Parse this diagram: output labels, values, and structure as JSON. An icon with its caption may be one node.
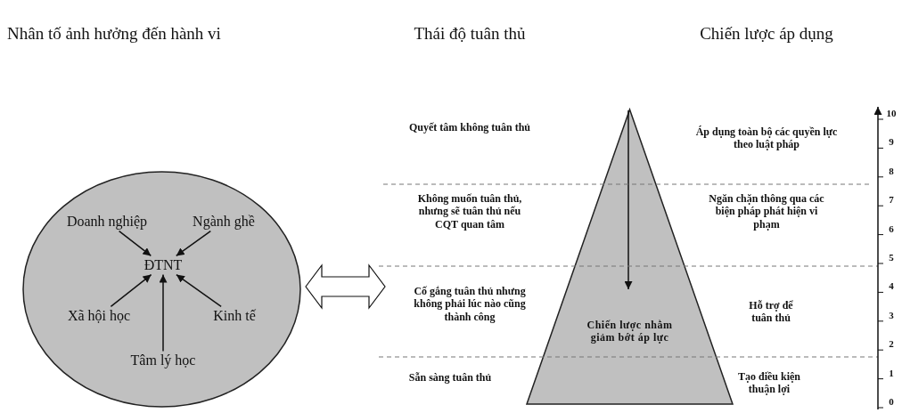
{
  "diagram": {
    "nodes": [
      {
        "text": [],
        "shape": "circle"
      },
      {
        "text": [
          "Doanh nghiệp"
        ],
        "in": 0
      },
      {
        "text": [
          "Ngành ghề"
        ],
        "in": 0
      },
      {
        "text": [
          "ĐTNT"
        ],
        "in": 0
      },
      {
        "text": [
          "Xã hội học"
        ],
        "in": 0
      },
      {
        "text": [
          "Kinh tế"
        ],
        "in": 0
      },
      {
        "text": [
          "Tâm lý học"
        ],
        "in": 0
      },
      {
        "text": [
          "Chiến lược nhằm giảm bớt áp lực"
        ]
      }
    ],
    "edges": [
      {
        "from": 1,
        "to": 3,
        "arrow": "to"
      },
      {
        "from": 2,
        "to": 3,
        "arrow": "to"
      },
      {
        "from": 4,
        "to": 3,
        "arrow": "to"
      },
      {
        "from": 5,
        "to": 3,
        "arrow": "to"
      },
      {
        "from": 6,
        "to": 3,
        "arrow": "to"
      },
      {
        "from": 0,
        "to": null,
        "arrow": "both"
      }
    ],
    "labels": [
      "Nhân tố ảnh hưởng đến hành vi",
      "Thái độ tuân thủ",
      "Chiến lược áp dụng",
      "Quyết tâm không tuân thủ",
      "Áp dụng toàn bộ các quyền lực theo luật pháp",
      "Không muốn tuân thủ, nhưng sẽ tuân thủ nếu CQT quan tâm",
      "Ngăn chặn thông qua các biện pháp phát hiện vi phạm",
      "Cố gắng tuân thủ nhưng không phải lúc nào cũng thành công",
      "Hỗ trợ để tuân thủ",
      "Sẵn sàng tuân thủ",
      "Tạo điều kiện thuận lợi",
      "10",
      "9",
      "8",
      "7",
      "6",
      "5",
      "4",
      "3",
      "2",
      "1",
      "0"
    ]
  }
}
